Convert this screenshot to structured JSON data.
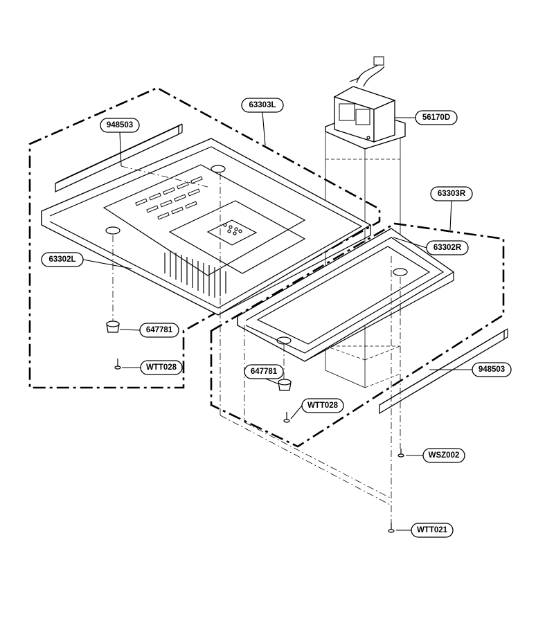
{
  "callouts": {
    "p948503_left": "948503",
    "p63303L": "63303L",
    "p56170D": "56170D",
    "p63303R": "63303R",
    "p63302R": "63302R",
    "p63302L": "63302L",
    "p647781_left": "647781",
    "pWTT028_left": "WTT028",
    "p647781_right": "647781",
    "pWTT028_right": "WTT028",
    "p948503_right": "948503",
    "pWSZ002": "WSZ002",
    "pWTT021": "WTT021"
  }
}
